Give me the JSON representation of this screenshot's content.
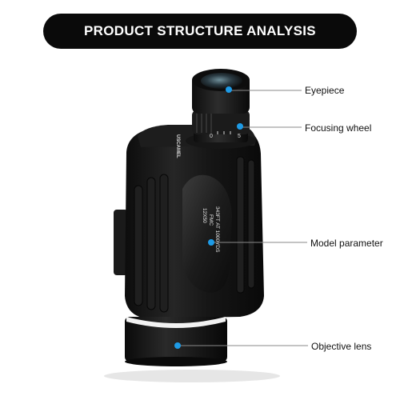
{
  "banner": {
    "title": "PRODUCT STRUCTURE ANALYSIS"
  },
  "product": {
    "brand_text": "USCAMEL",
    "model_text_lines": [
      "12X50",
      "FMC",
      "343FT AT 1000YDS"
    ],
    "focus_scale_marks": [
      "0",
      "5"
    ]
  },
  "callouts": [
    {
      "label": "Eyepiece"
    },
    {
      "label": "Focusing wheel"
    },
    {
      "label": "Model parameter"
    },
    {
      "label": "Objective lens"
    }
  ],
  "colors": {
    "banner_bg": "#0a0a0a",
    "banner_text": "#ffffff",
    "marker_dot": "#1e9be6",
    "leader_line": "#8a8a8a",
    "body": "#141414"
  }
}
